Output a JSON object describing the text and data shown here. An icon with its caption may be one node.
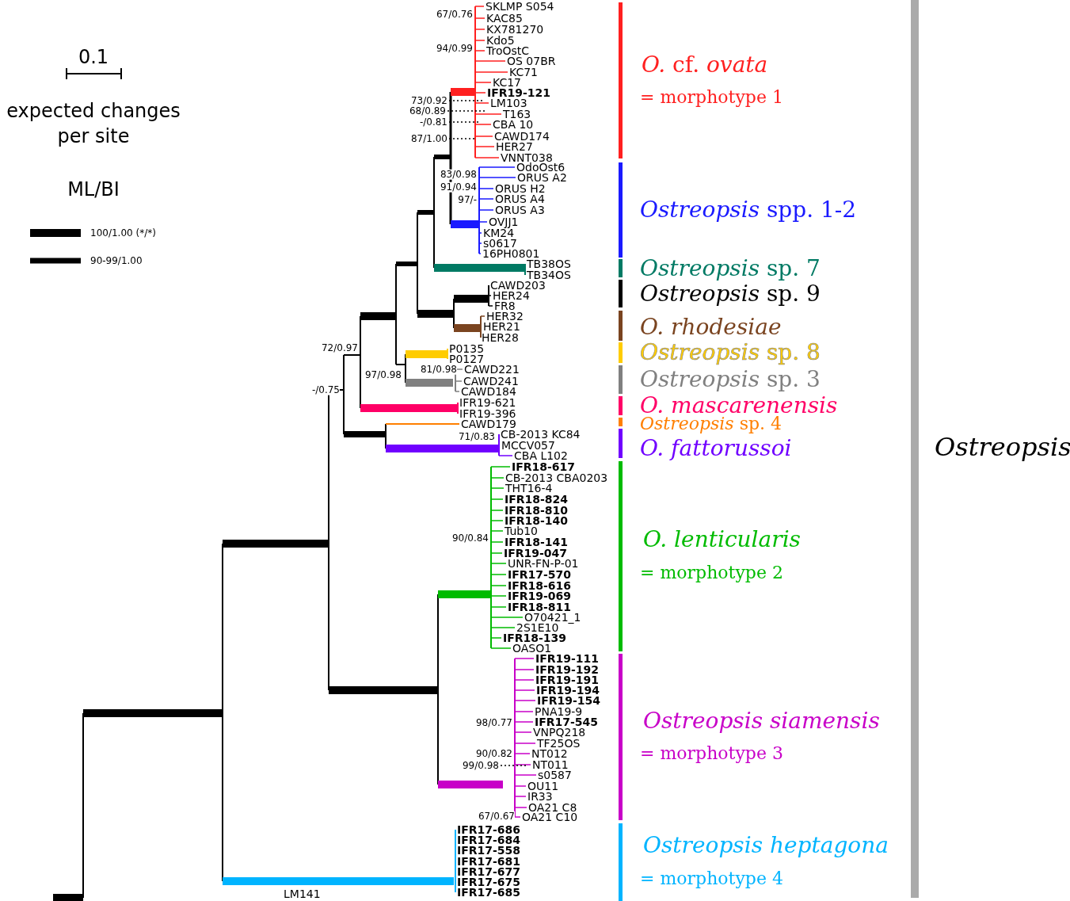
{
  "diagram": {
    "labels": [
      "0.1",
      "expected changes per site",
      "ML/BI",
      "SKLMP S054",
      "KAC85",
      "KX781270",
      "Kdo5",
      "TroOstC",
      "OS 07BR",
      "KC71",
      "KC17",
      "IFR19-121",
      "LM103",
      "T163",
      "CBA 10",
      "CAWD174",
      "HER27",
      "VNNT038",
      "OdoOst6",
      "ORUS A2",
      "ORUS H2",
      "ORUS A4",
      "ORUS A3",
      "OVJJ1",
      "KM24",
      "s0617",
      "16PH0801",
      "TB38OS",
      "TB34OS",
      "CAWD203",
      "HER24",
      "FR8",
      "HER32",
      "HER21",
      "HER28",
      "P0135",
      "P0127",
      "CAWD221",
      "CAWD241",
      "CAWD184",
      "IFR19-621",
      "IFR19-396",
      "CAWD179",
      "CB-2013 KC84",
      "MCCV057",
      "CBA L102",
      "IFR18-617",
      "CB-2013 CBA0203",
      "THT16-4",
      "IFR18-824",
      "IFR18-810",
      "IFR18-140",
      "Tub10",
      "IFR18-141",
      "IFR19-047",
      "UNR-FN-P-01",
      "IFR17-570",
      "IFR18-616",
      "IFR19-069",
      "IFR18-811",
      "O70421_1",
      "2S1E10",
      "IFR18-139",
      "OASO1",
      "IFR19-111",
      "IFR19-192",
      "IFR19-191",
      "IFR19-194",
      "IFR19-154",
      "PNA19-9",
      "IFR17-545",
      "VNPQ218",
      "TF25OS",
      "NT012",
      "NT011",
      "s0587",
      "OU11",
      "IR33",
      "OA21 C8",
      "OA21 C10",
      "IFR17-686",
      "IFR17-684",
      "IFR17-558",
      "IFR17-681",
      "IFR17-677",
      "IFR17-675",
      "IFR17-685",
      "LM141",
      "67/0.76",
      "94/0.99",
      "73/0.92",
      "68/0.89",
      "-/0.81",
      "87/1.00",
      "83/0.98",
      "91/0.94",
      "97/-",
      "72/0.97",
      "97/0.98",
      "81/0.98",
      "-/0.75",
      "71/0.83",
      "90/0.84",
      "98/0.77",
      "90/0.82",
      "99/0.98",
      "67/0.67",
      "*O.* cf. *ovata*",
      "= morphotype 1",
      "*Ostreopsis* spp. 1-2",
      "*Ostreopsis* sp. 7",
      "*Ostreopsis* sp. 9",
      "O. rhodesiae",
      "*Ostreopsis* sp. 8",
      "*Ostreopsis* sp. 3",
      "O. mascarenensis",
      "*Ostreopsis* sp. 4",
      "O. fattorussoi",
      "O. lenticularis",
      "= morphotype 2",
      "Ostreopsis siamensis",
      "= morphotype 3",
      "Ostreopsis heptagona",
      "= morphotype 4",
      "Ostreopsis"
    ],
    "legend": [
      {
        "text": "100/1.00 (*/*)"
      },
      {
        "text": "90-99/1.00"
      }
    ]
  }
}
